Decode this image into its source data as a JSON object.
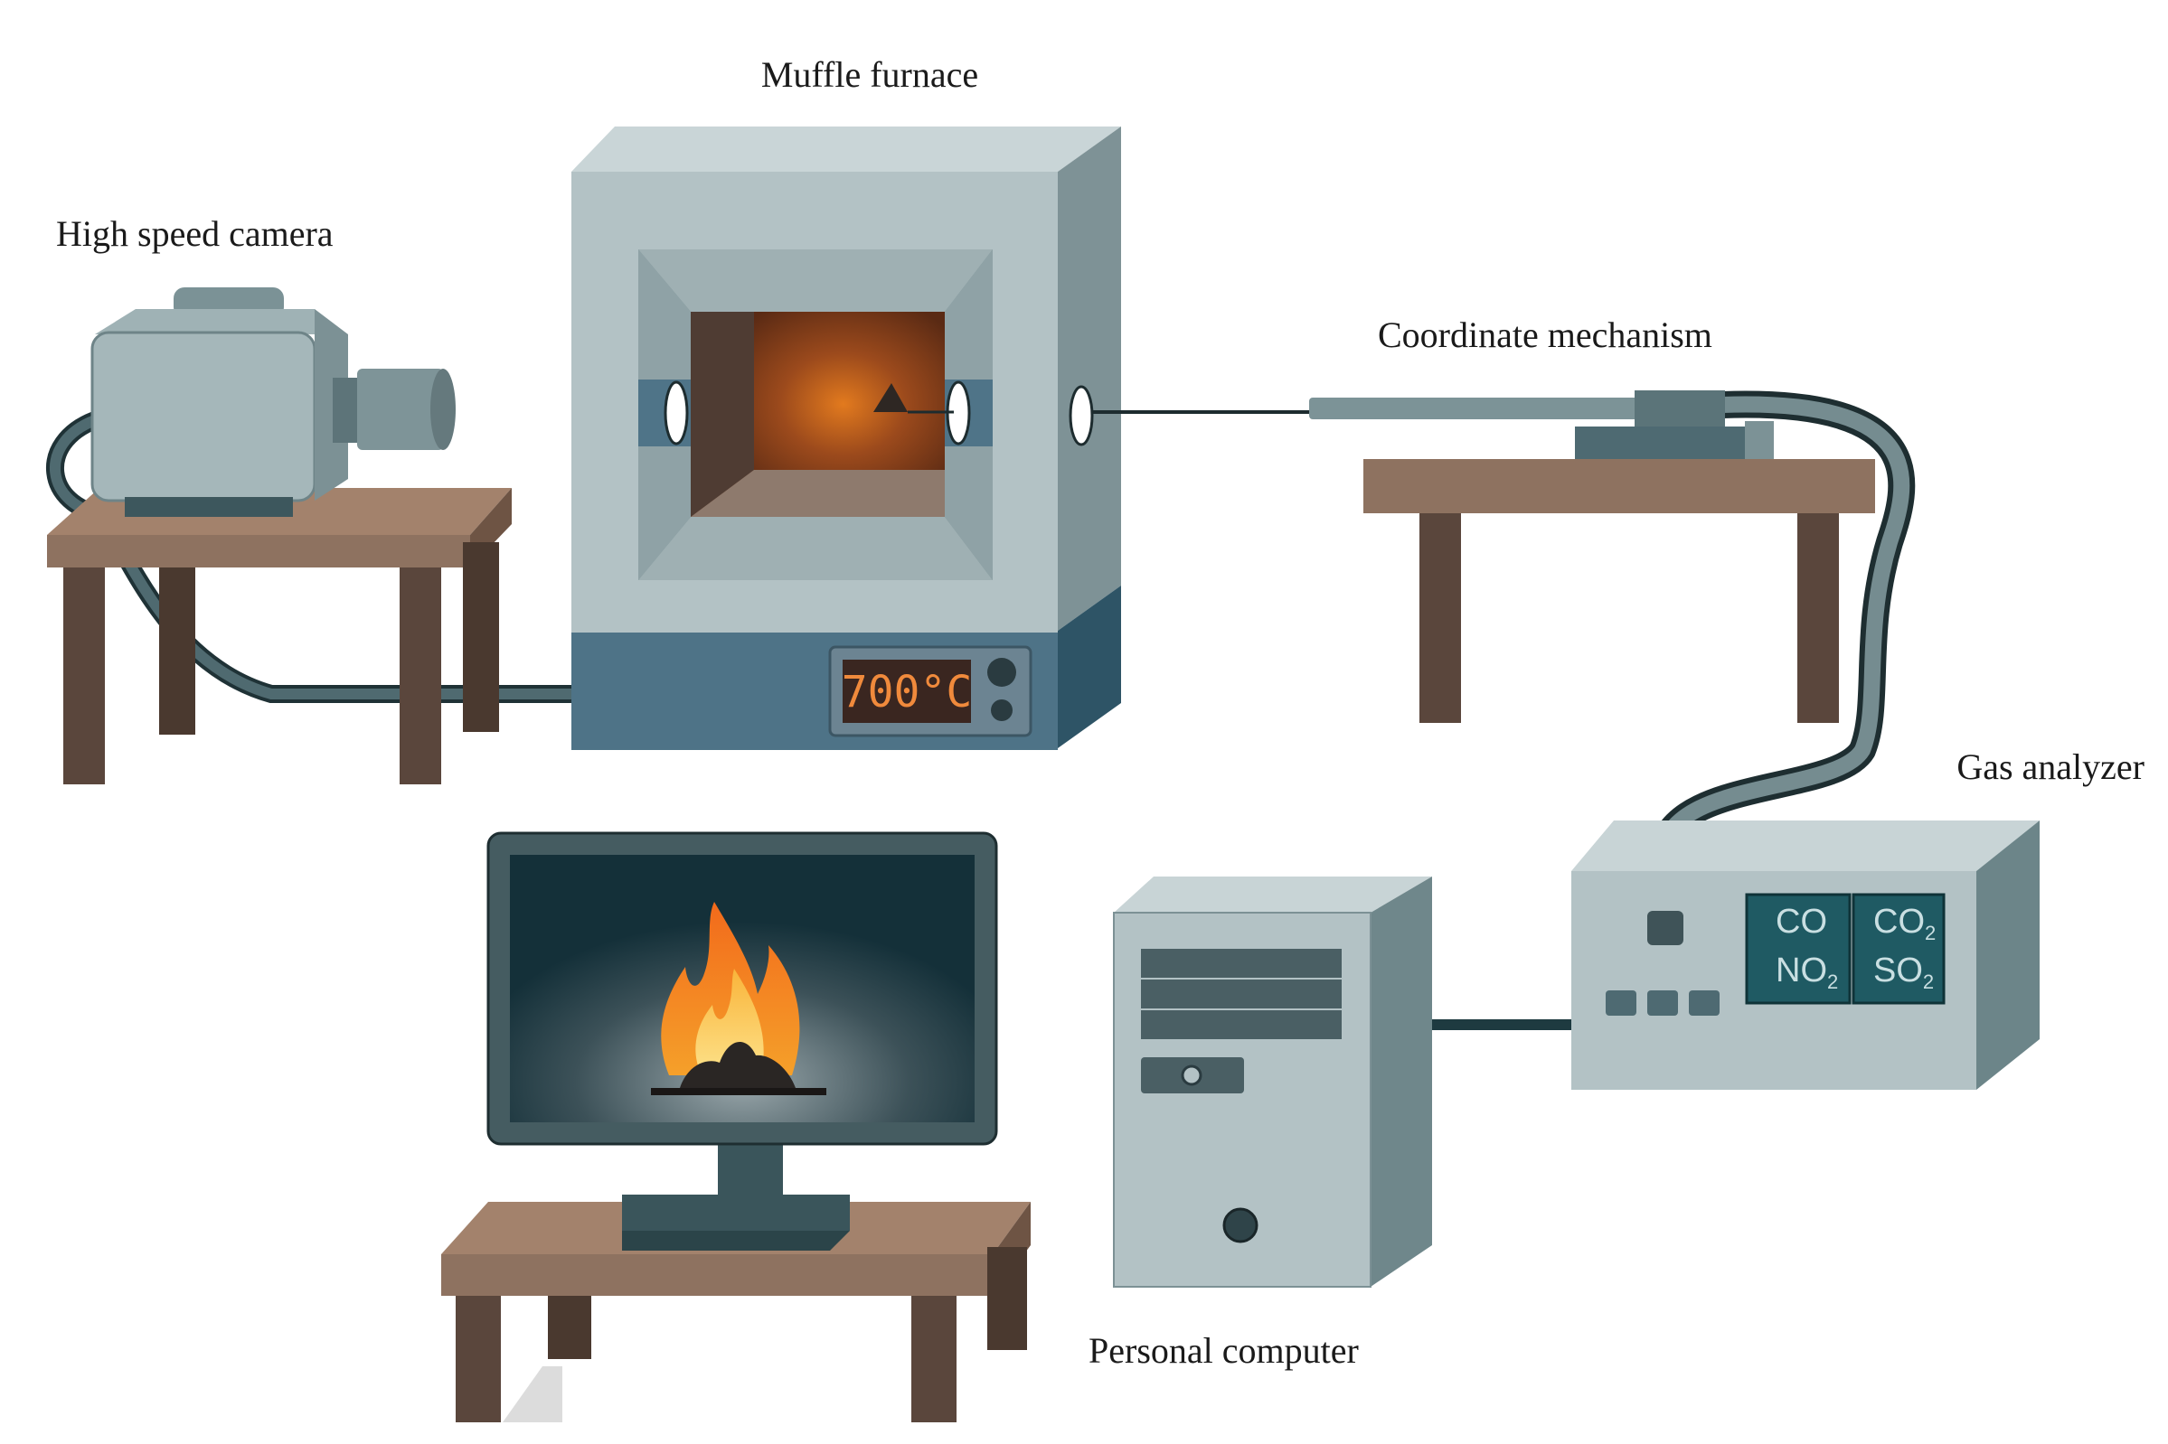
{
  "labels": {
    "muffle_furnace": "Muffle furnace",
    "high_speed_camera": "High speed camera",
    "coordinate_mechanism": "Coordinate mechanism",
    "gas_analyzer": "Gas analyzer",
    "personal_computer": "Personal computer"
  },
  "furnace": {
    "display_value": "700",
    "display_unit": "°C"
  },
  "gas_analyzer": {
    "gases": [
      {
        "main": "CO",
        "sub": ""
      },
      {
        "main": "CO",
        "sub": "2"
      },
      {
        "main": "NO",
        "sub": "2"
      },
      {
        "main": "SO",
        "sub": "2"
      }
    ]
  },
  "colors": {
    "device_light": "#b9c8cb",
    "device_mid": "#8fa4a8",
    "device_dark": "#6f858a",
    "furnace_base": "#4e7387",
    "table_top": "#8e7260",
    "table_leg": "#5a463c",
    "cable": "#42595e",
    "screen_bg": "#143039",
    "display_text": "#f08a3c"
  }
}
